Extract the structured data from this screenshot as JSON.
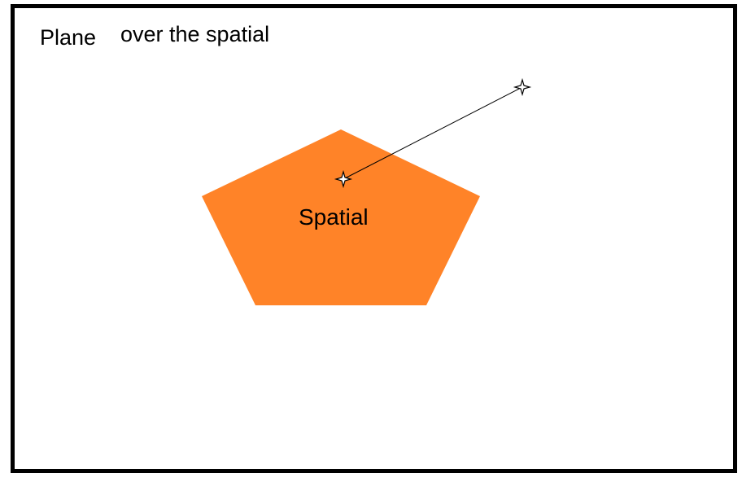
{
  "labels": {
    "plane": "Plane",
    "subtitle": "over the spatial",
    "spatial": "Spatial"
  },
  "colors": {
    "frame": "#000000",
    "pentagon_fill": "#FF8328",
    "line": "#000000",
    "star_fill": "#ffffff",
    "star_stroke": "#000000"
  },
  "icons": {
    "start_marker": "four-point-star-icon",
    "end_marker": "four-point-star-icon"
  }
}
